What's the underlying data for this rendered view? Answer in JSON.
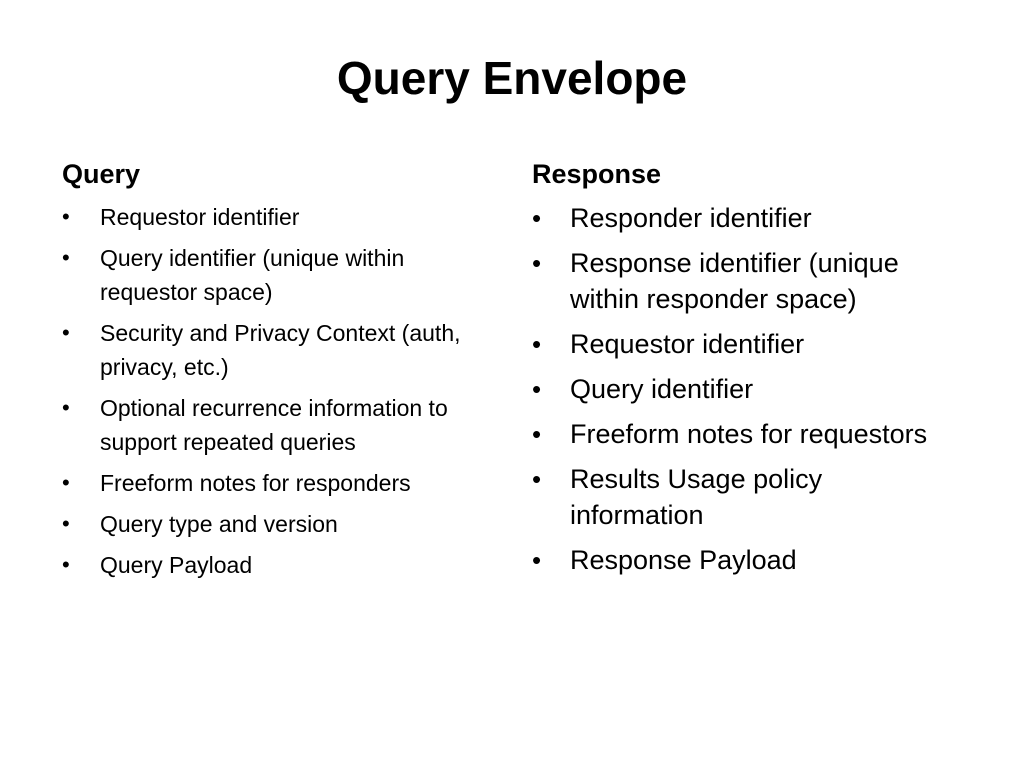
{
  "slide": {
    "title": "Query Envelope"
  },
  "query": {
    "heading": "Query",
    "items": [
      "Requestor identifier",
      "Query identifier (unique within requestor space)",
      "Security and Privacy Context (auth, privacy, etc.)",
      "Optional recurrence information to support repeated queries",
      "Freeform notes for responders",
      "Query type and version",
      "Query Payload"
    ]
  },
  "response": {
    "heading": "Response",
    "items": [
      "Responder identifier",
      "Response identifier (unique within responder space)",
      "Requestor identifier",
      "Query identifier",
      "Freeform notes for requestors",
      "Results Usage policy information",
      "Response Payload"
    ]
  },
  "icons": {
    "bullet": "bullet-dot-icon",
    "bullet_glyph": "•"
  }
}
